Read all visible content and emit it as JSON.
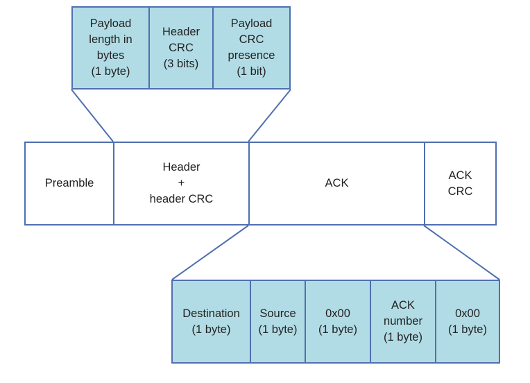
{
  "header_detail": {
    "fields": [
      {
        "label": "Payload\nlength in\nbytes\n(1 byte)"
      },
      {
        "label": "Header\nCRC\n(3 bits)"
      },
      {
        "label": "Payload\nCRC\npresence\n(1 bit)"
      }
    ]
  },
  "main_frame": {
    "fields": [
      {
        "label": "Preamble"
      },
      {
        "label": "Header\n+\nheader CRC"
      },
      {
        "label": "ACK"
      },
      {
        "label": "ACK\nCRC"
      }
    ]
  },
  "ack_detail": {
    "fields": [
      {
        "label": "Destination\n(1 byte)"
      },
      {
        "label": "Source\n(1 byte)"
      },
      {
        "label": "0x00\n(1 byte)"
      },
      {
        "label": "ACK\nnumber\n(1 byte)"
      },
      {
        "label": "0x00\n(1 byte)"
      }
    ]
  },
  "colors": {
    "border": "#4f6fb1",
    "field_fill": "#b2dce5",
    "text": "#222222"
  }
}
